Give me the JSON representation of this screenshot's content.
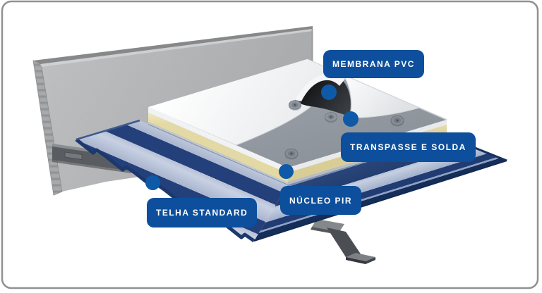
{
  "diagram": {
    "title": "roof-system-cutaway",
    "labels": [
      {
        "id": "membrana-pvc",
        "text": "MEMBRANA PVC"
      },
      {
        "id": "transpasse-e-solda",
        "text": "TRANSPASSE E SOLDA"
      },
      {
        "id": "nucleo-pir",
        "text": "NÚCLEO PIR"
      },
      {
        "id": "telha-standard",
        "text": "TELHA STANDARD"
      }
    ],
    "colors": {
      "label_blue": "#0d4f9c",
      "marker_blue": "#0f5aa8",
      "sheet_navy": "#24407a",
      "sheet_light_blue": "#b6c0d5",
      "pir_foam_yellow": "#efe6b8",
      "concrete_gray": "#b2b3b5",
      "membrane_white": "#fafbfc",
      "membrane_underside_black": "#1b1d20",
      "border_gray": "#8f9193"
    }
  }
}
